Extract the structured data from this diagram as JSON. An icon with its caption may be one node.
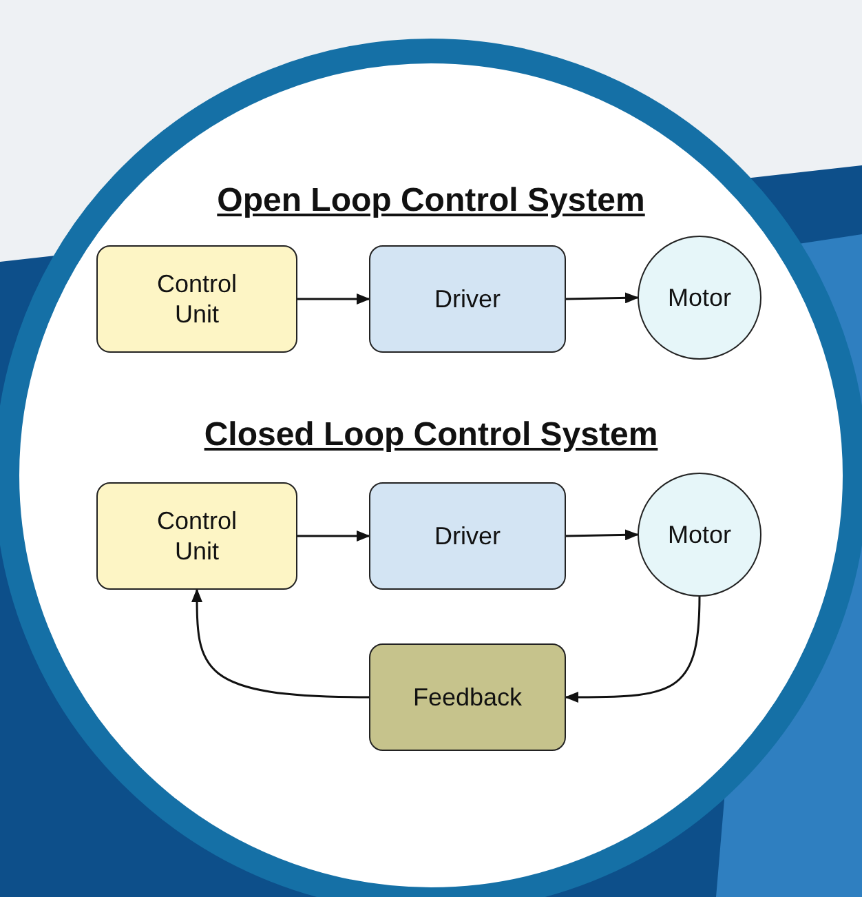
{
  "diagram": {
    "nodes": [
      {
        "text": [
          "Control Unit"
        ]
      },
      {
        "text": [
          "Driver"
        ]
      },
      {
        "text": [
          "Motor"
        ]
      },
      {
        "text": [
          "Control Unit"
        ]
      },
      {
        "text": [
          "Driver"
        ]
      },
      {
        "text": [
          "Motor"
        ]
      },
      {
        "text": [
          "Feedback"
        ]
      }
    ],
    "edges": [
      {
        "from": 0,
        "to": 1,
        "arrow": "to"
      },
      {
        "from": 1,
        "to": 2,
        "arrow": "to"
      },
      {
        "from": 3,
        "to": 4,
        "arrow": "to"
      },
      {
        "from": 4,
        "to": 5,
        "arrow": "to"
      },
      {
        "from": 5,
        "to": 6,
        "arrow": "to"
      },
      {
        "from": 6,
        "to": 3,
        "arrow": "to"
      }
    ],
    "labels": [
      "Open Loop Control System",
      "Closed Loop Control System"
    ]
  }
}
